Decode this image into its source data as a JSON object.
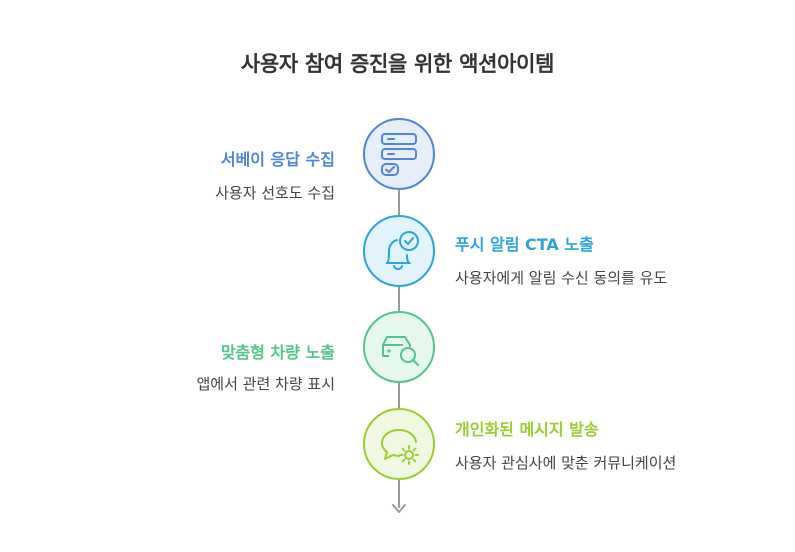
{
  "title": "사용자 참여 증진을 위한 액션아이템",
  "steps": [
    {
      "heading": "서베이 응답 수집",
      "description": "사용자 선호도 수집",
      "icon": "survey-form-icon",
      "color": "#4f86d6",
      "fill": "#e6eef9"
    },
    {
      "heading": "푸시 알림 CTA 노출",
      "description": "사용자에게 알림 수신 동의를 유도",
      "icon": "bell-check-icon",
      "color": "#2aa5dc",
      "fill": "#e3f3fb"
    },
    {
      "heading": "맞춤형 차량 노출",
      "description": "앱에서 관련 차량 표시",
      "icon": "car-search-icon",
      "color": "#52c58a",
      "fill": "#e6f7ee"
    },
    {
      "heading": "개인화된 메시지 발송",
      "description": "사용자 관심사에 맞춘 커뮤니케이션",
      "icon": "chat-gear-icon",
      "color": "#9acd32",
      "fill": "#f1f8e1"
    }
  ]
}
